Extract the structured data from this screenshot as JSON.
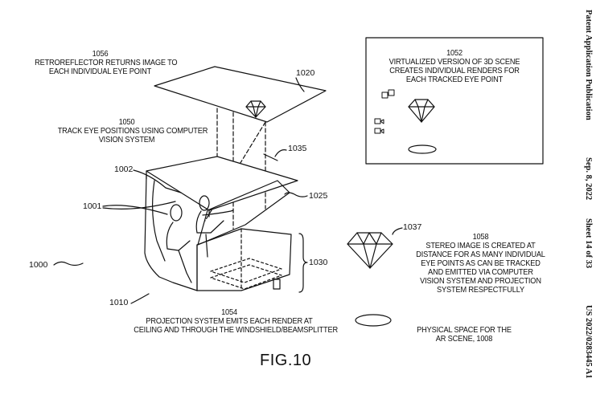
{
  "header": {
    "publication_type": "Patent Application Publication",
    "date": "Sep. 8, 2022",
    "sheet": "Sheet 14 of 33",
    "pub_number": "US 2022/0283445 A1"
  },
  "figure_label": "FIG.10",
  "callouts": {
    "c1056": {
      "num": "1056",
      "line1": "RETROREFLECTOR RETURNS IMAGE TO",
      "line2": "EACH INDIVIDUAL EYE POINT"
    },
    "c1050": {
      "num": "1050",
      "line1": "TRACK EYE POSITIONS USING COMPUTER",
      "line2": "VISION SYSTEM"
    },
    "c1052": {
      "num": "1052",
      "line1": "VIRTUALIZED VERSION OF 3D SCENE",
      "line2": "CREATES INDIVIDUAL RENDERS FOR",
      "line3": "EACH TRACKED EYE POINT"
    },
    "c1058": {
      "num": "1058",
      "line1": "STEREO IMAGE IS CREATED AT",
      "line2": "DISTANCE FOR AS MANY INDIVIDUAL",
      "line3": "EYE POINTS AS CAN BE TRACKED",
      "line4": "AND EMITTED VIA COMPUTER",
      "line5": "VISION SYSTEM AND PROJECTION",
      "line6": "SYSTEM RESPECTFULLY"
    },
    "c1054": {
      "num": "1054",
      "line1": "PROJECTION SYSTEM EMITS EACH RENDER AT",
      "line2": "CEILING AND THROUGH THE WINDSHIELD/BEAMSPLITTER"
    },
    "c1008": {
      "line1": "PHYSICAL SPACE FOR THE",
      "line2": "AR SCENE, 1008"
    }
  },
  "refs": {
    "r1020": "1020",
    "r1035": "1035",
    "r1002": "1002",
    "r1001": "1001",
    "r1025": "1025",
    "r1037": "1037",
    "r1000": "1000",
    "r1030": "1030",
    "r1010": "1010"
  }
}
